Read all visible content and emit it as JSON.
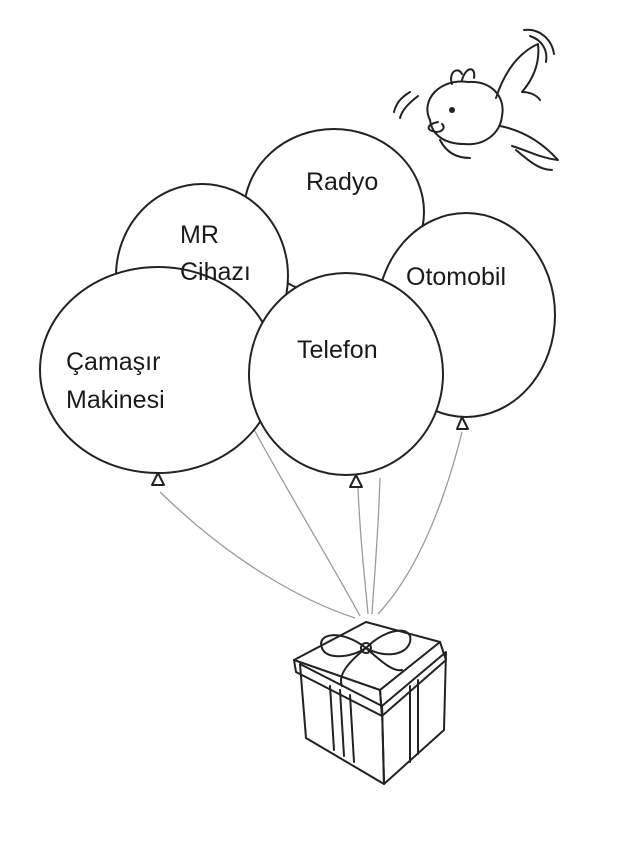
{
  "balloons": {
    "radyo": "Radyo",
    "mr_line1": "MR",
    "mr_line2": "Cihazı",
    "otomobil": "Otomobil",
    "telefon": "Telefon",
    "camasir_line1": "Çamaşır",
    "camasir_line2": "Makinesi"
  },
  "icons": [
    "bird-icon",
    "gift-box-icon"
  ]
}
